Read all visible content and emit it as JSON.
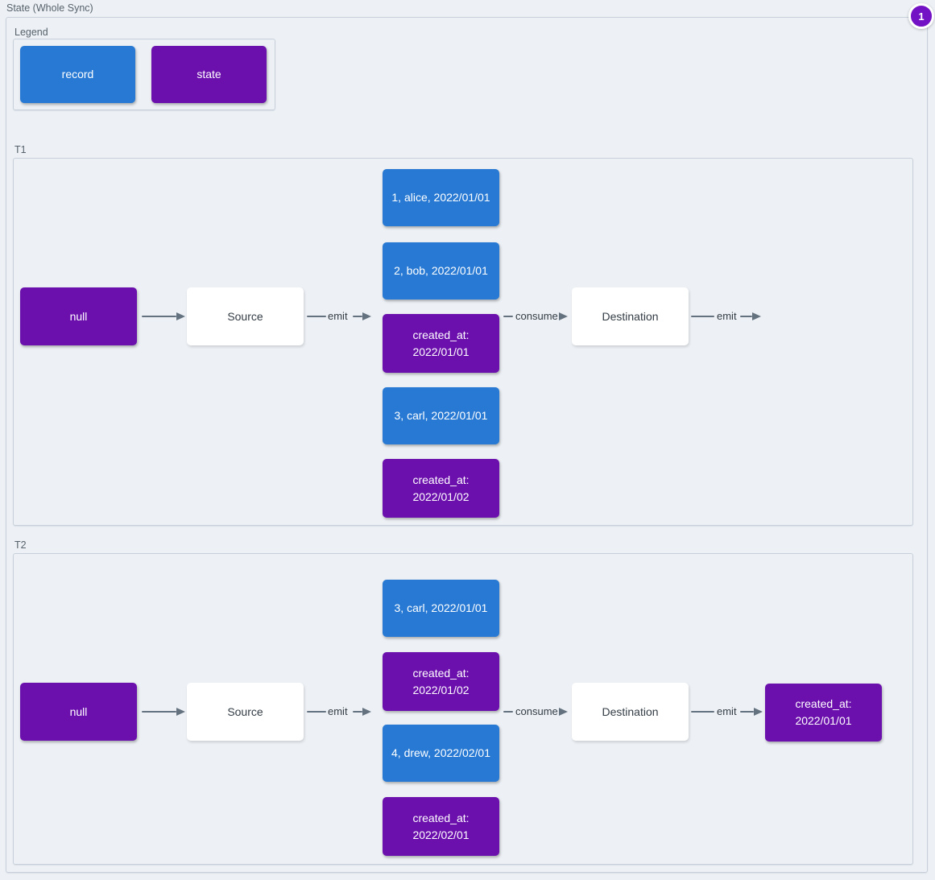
{
  "title": "State (Whole Sync)",
  "badge": {
    "count": "1"
  },
  "colors": {
    "background": "#edf1f5",
    "cluster_border": "#c7d0da",
    "record": "#2779d3",
    "state": "#6b0fad",
    "edge": "#64727f",
    "badge": "#7312c4"
  },
  "legend": {
    "label": "Legend",
    "items": [
      {
        "type": "record",
        "label": "record"
      },
      {
        "type": "state",
        "label": "state"
      }
    ]
  },
  "t1": {
    "label": "T1",
    "state_in": "null",
    "source": "Source",
    "destination": "Destination",
    "edge_emit1": "emit",
    "edge_consume": "consume",
    "edge_emit2": "emit",
    "stack": [
      {
        "type": "record",
        "line1": "1, alice, 2022/01/01"
      },
      {
        "type": "record",
        "line1": "2, bob, 2022/01/01"
      },
      {
        "type": "state",
        "line1": "created_at:",
        "line2": "2022/01/01"
      },
      {
        "type": "record",
        "line1": "3, carl, 2022/01/01"
      },
      {
        "type": "state",
        "line1": "created_at:",
        "line2": "2022/01/02"
      }
    ]
  },
  "t2": {
    "label": "T2",
    "state_in": "null",
    "source": "Source",
    "destination": "Destination",
    "edge_emit1": "emit",
    "edge_consume": "consume",
    "edge_emit2": "emit",
    "stack": [
      {
        "type": "record",
        "line1": "3, carl, 2022/01/01"
      },
      {
        "type": "state",
        "line1": "created_at:",
        "line2": "2022/01/02"
      },
      {
        "type": "record",
        "line1": "4, drew, 2022/02/01"
      },
      {
        "type": "state",
        "line1": "created_at:",
        "line2": "2022/02/01"
      }
    ],
    "state_out": {
      "type": "state",
      "line1": "created_at:",
      "line2": "2022/01/01"
    }
  }
}
